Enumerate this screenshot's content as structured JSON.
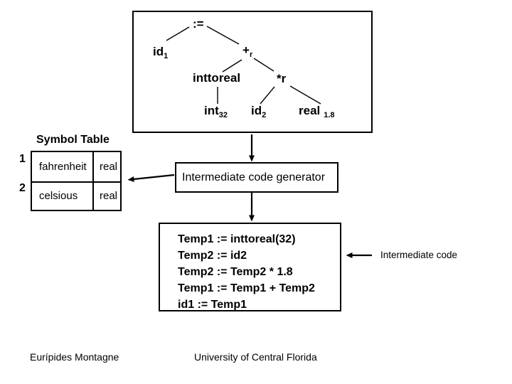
{
  "tree": {
    "nodes": {
      "assign": {
        "main": ":="
      },
      "id1": {
        "main": "id",
        "sub": "1"
      },
      "plus": {
        "main": "+",
        "sub": "r"
      },
      "inttoreal": {
        "main": "inttoreal"
      },
      "star": {
        "main": "*r"
      },
      "int32": {
        "main": "int",
        "sub": "32"
      },
      "id2": {
        "main": "id",
        "sub": "2"
      },
      "real18": {
        "main": "real",
        "sub": "1.8"
      }
    }
  },
  "symbol_table": {
    "title": "Symbol Table",
    "rows": [
      {
        "index": "1",
        "name": "fahrenheit",
        "type": "real"
      },
      {
        "index": "2",
        "name": "celsious",
        "type": "real"
      }
    ]
  },
  "generator": {
    "label": "Intermediate code generator"
  },
  "code": {
    "lines": [
      "Temp1 := inttoreal(32)",
      "Temp2 := id2",
      "Temp2 := Temp2 * 1.8",
      "Temp1 := Temp1 + Temp2",
      "id1 := Temp1"
    ],
    "annotation": "Intermediate code"
  },
  "footer": {
    "author": "Eurípides Montagne",
    "institution": "University of Central Florida"
  },
  "colors": {
    "foreground": "#000000",
    "background": "#ffffff"
  }
}
